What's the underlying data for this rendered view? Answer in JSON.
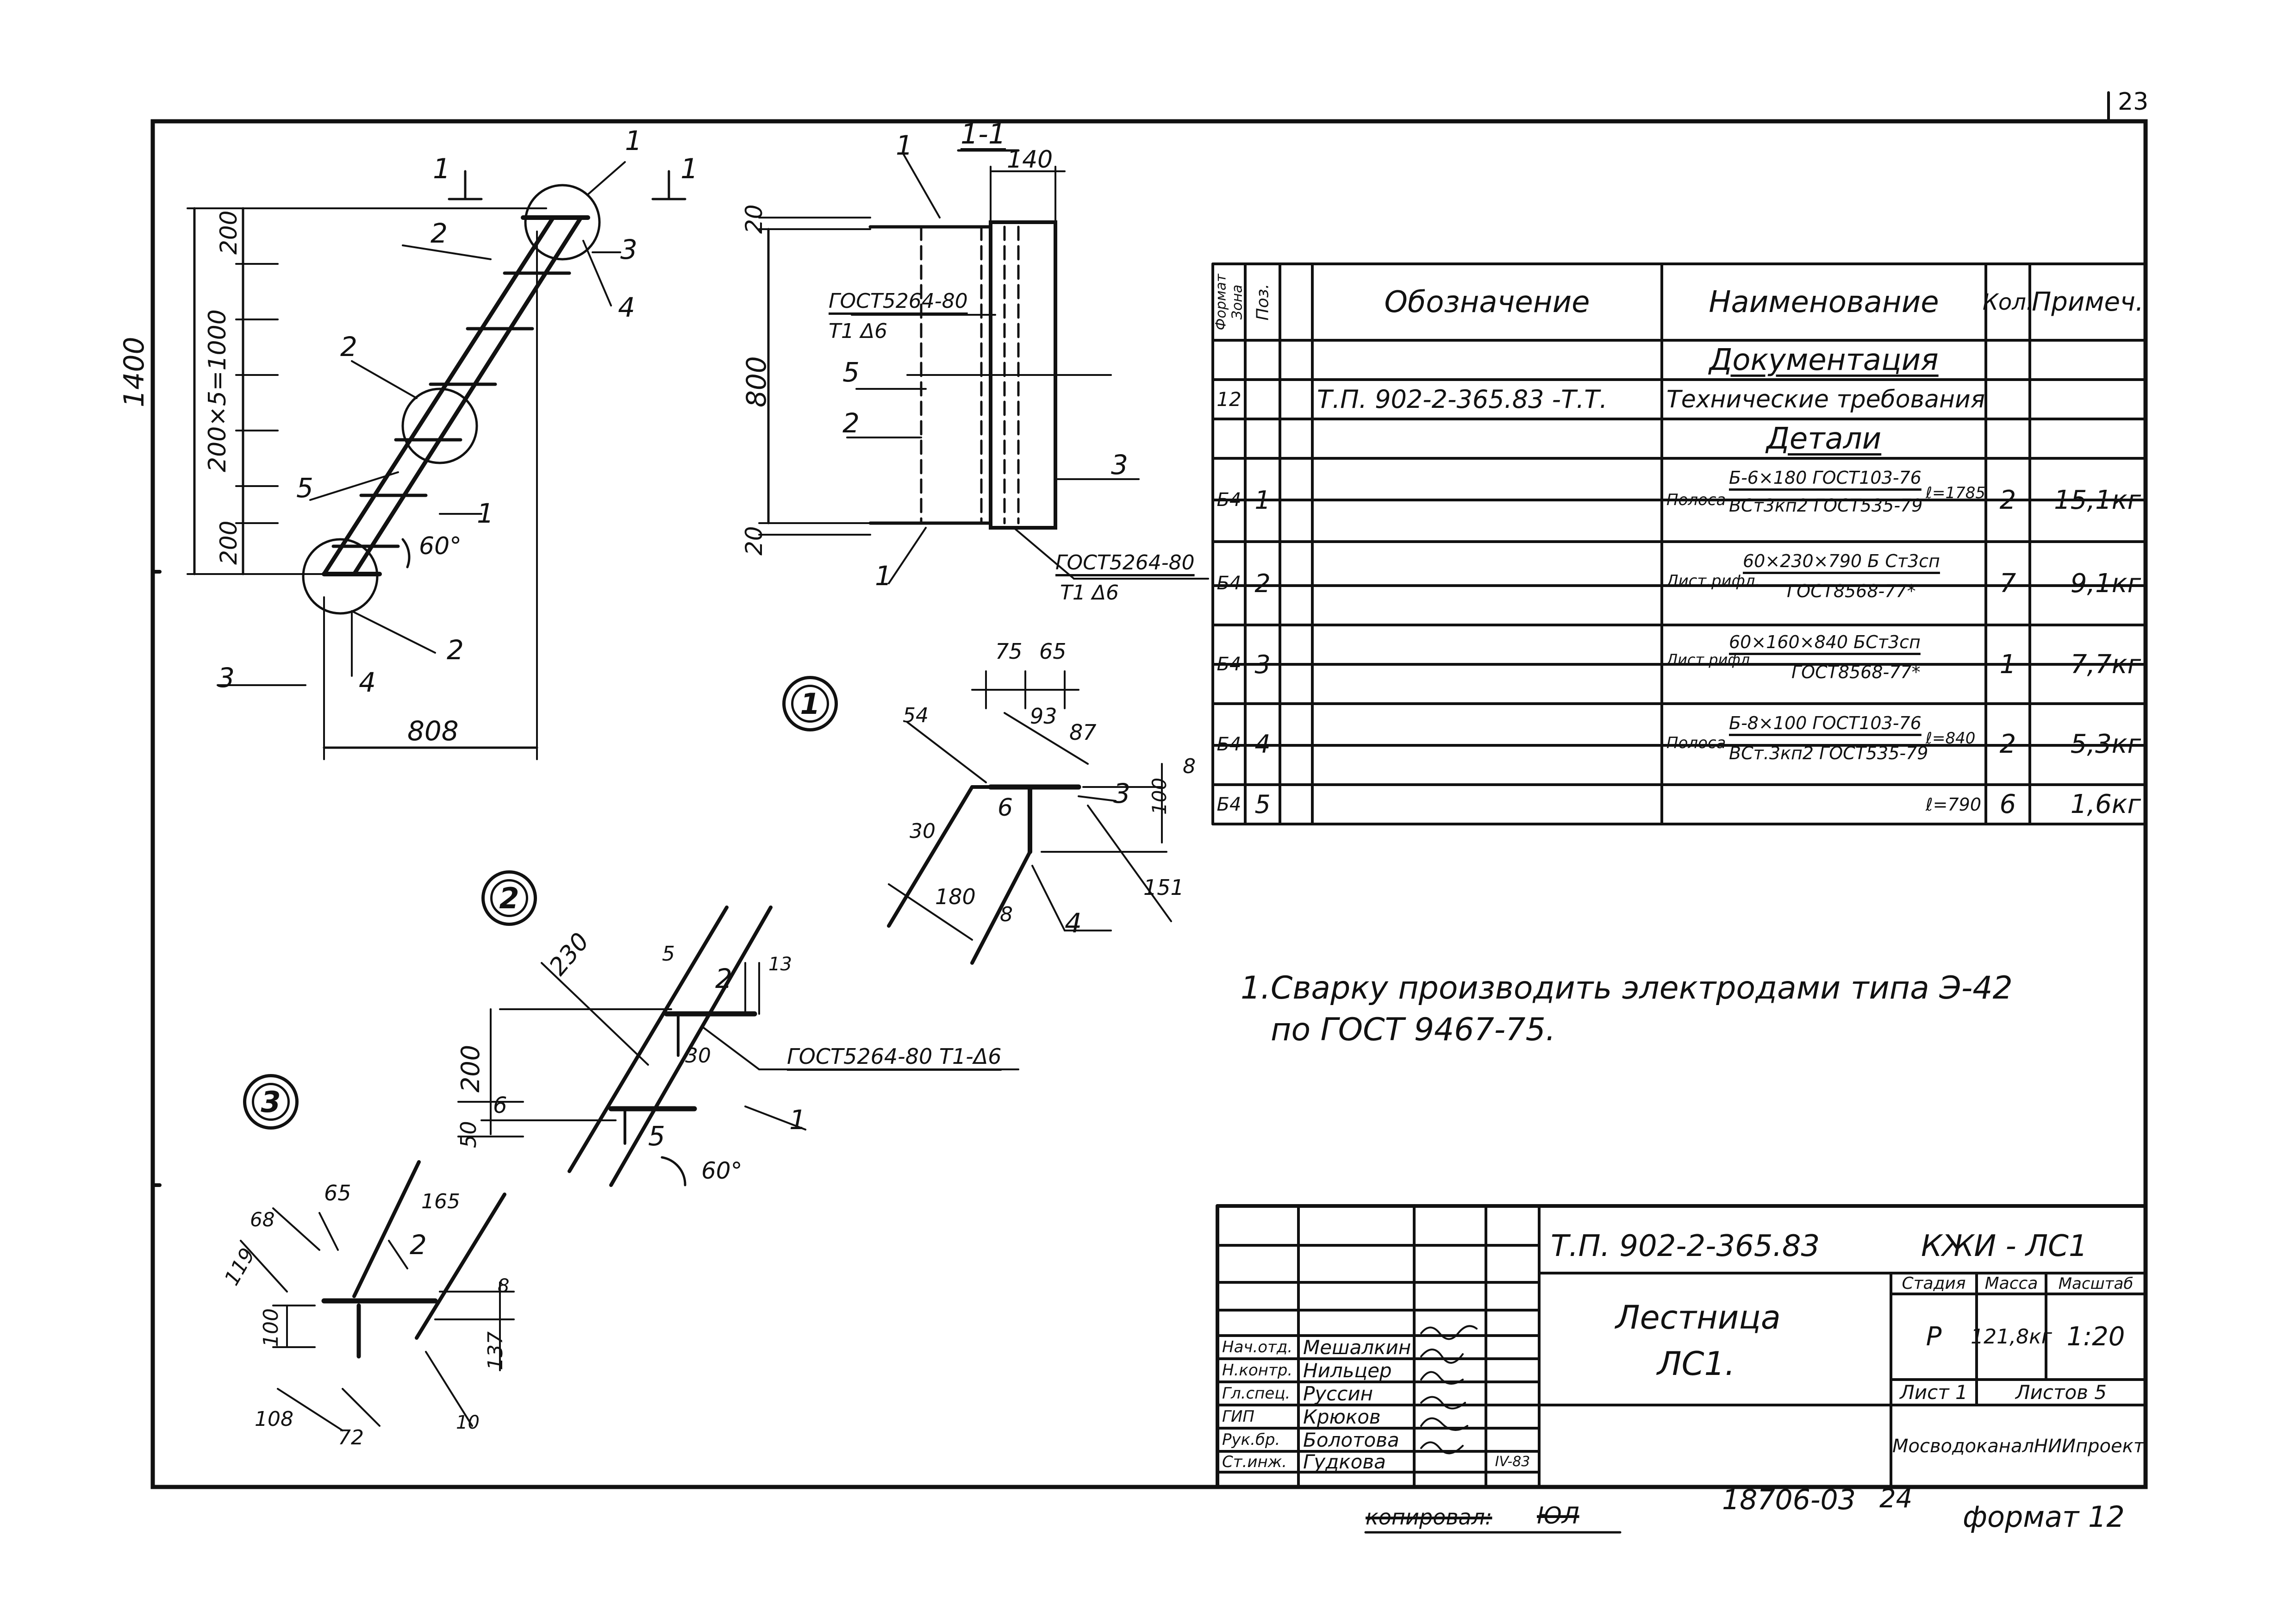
{
  "sheet": {
    "page_number": "23",
    "bottom_code": "18706-03",
    "bottom_sub": "24",
    "format_label": "формат 12",
    "copied_label": "копировал:",
    "copied_value": "ЮЛ"
  },
  "colors": {
    "ink": "#111111",
    "paper": "#ffffff"
  },
  "view_main": {
    "cut_mark_left": "1",
    "cut_mark_right": "1",
    "callouts": [
      "1",
      "2",
      "3",
      "4",
      "2",
      "5",
      "1",
      "3",
      "4",
      "2"
    ],
    "dim_total_height": "1400",
    "dim_steps": "200×5=1000",
    "dim_top": "200",
    "dim_bottom": "200",
    "dim_width": "808",
    "angle": "60°"
  },
  "section_1_1": {
    "title": "1-1",
    "dim_width": "140",
    "dim_height": "800",
    "dim_top": "20",
    "dim_bottom": "20",
    "weld_label": "ГОСТ5264-80",
    "weld_sub": "Т1 Δ6",
    "weld_label_2": "ГОСТ5264-80",
    "weld_sub_2": "Т1 Δ6",
    "callouts": [
      "1",
      "5",
      "2",
      "3",
      "1"
    ]
  },
  "node_1": {
    "number": "1",
    "dims": [
      "75",
      "65",
      "93",
      "87",
      "54",
      "8",
      "100",
      "30",
      "180",
      "151",
      "8"
    ],
    "labels": [
      "6",
      "3",
      "4"
    ]
  },
  "node_2": {
    "number": "2",
    "dims": [
      "230",
      "5",
      "13",
      "200",
      "6",
      "50",
      "30"
    ],
    "labels": [
      "2",
      "5",
      "1"
    ],
    "weld_label": "ГОСТ5264-80 Т1-Δ6",
    "angle": "60°"
  },
  "node_3": {
    "number": "3",
    "dims": [
      "65",
      "165",
      "68",
      "119",
      "100",
      "108",
      "72",
      "137",
      "8",
      "10"
    ],
    "labels": [
      "2"
    ]
  },
  "spec": {
    "headers": [
      "Формат",
      "Зона",
      "Поз.",
      "Обозначение",
      "Наименование",
      "Кол.",
      "Примеч."
    ],
    "section_docs": "Документация",
    "doc_row": {
      "format": "12",
      "designation": "Т.П. 902-2-365.83 -Т.Т.",
      "name": "Технические требования"
    },
    "section_parts": "Детали",
    "rows": [
      {
        "format": "Б4",
        "pos": "1",
        "name_prefix": "Полоса",
        "name_top": "Б-6×180 ГОСТ103-76",
        "name_bottom": "ВСт3кп2 ГОСТ535-79",
        "len": "ℓ=1785",
        "qty": "2",
        "note": "15,1кг"
      },
      {
        "format": "Б4",
        "pos": "2",
        "name_prefix": "Лист.рифл.",
        "name_top": "60×230×790 Б Ст3сп",
        "name_bottom": "ГОСТ8568-77*",
        "len": "",
        "qty": "7",
        "note": "9,1кг"
      },
      {
        "format": "Б4",
        "pos": "3",
        "name_prefix": "Лист.рифл.",
        "name_top": "60×160×840 БСт3сп",
        "name_bottom": "ГОСТ8568-77*",
        "len": "",
        "qty": "1",
        "note": "7,7кг"
      },
      {
        "format": "Б4",
        "pos": "4",
        "name_prefix": "Полоса",
        "name_top": "Б-8×100 ГОСТ103-76",
        "name_bottom": "ВСт.3кп2 ГОСТ535-79",
        "len": "ℓ=840",
        "qty": "2",
        "note": "5,3кг"
      },
      {
        "format": "Б4",
        "pos": "5",
        "name_prefix": "",
        "name_top": "",
        "name_bottom": "",
        "len": "ℓ=790",
        "qty": "6",
        "note": "1,6кг"
      }
    ]
  },
  "note": {
    "line1": "1.Сварку производить электродами типа Э-42",
    "line2": "по ГОСТ 9467-75."
  },
  "title_block": {
    "doc_code": "Т.П. 902-2-365.83",
    "doc_mark": "КЖИ - ЛС1",
    "name_line1": "Лестница",
    "name_line2": "ЛС1.",
    "stage_header": "Стадия",
    "mass_header": "Масса",
    "scale_header": "Масштаб",
    "stage": "Р",
    "mass": "121,8кг",
    "scale": "1:20",
    "sheet_label": "Лист 1",
    "sheets_label": "Листов 5",
    "org": "МосводоканалНИИпроект",
    "date": "IV-83",
    "staff": [
      {
        "role": "Нач.отд.",
        "name": "Мешалкин"
      },
      {
        "role": "Н.контр.",
        "name": "Нильцер"
      },
      {
        "role": "Гл.спец.",
        "name": "Руссин"
      },
      {
        "role": "ГИП",
        "name": "Крюков"
      },
      {
        "role": "Рук.бр.",
        "name": "Болотова"
      },
      {
        "role": "Ст.инж.",
        "name": "Гудкова"
      }
    ]
  }
}
